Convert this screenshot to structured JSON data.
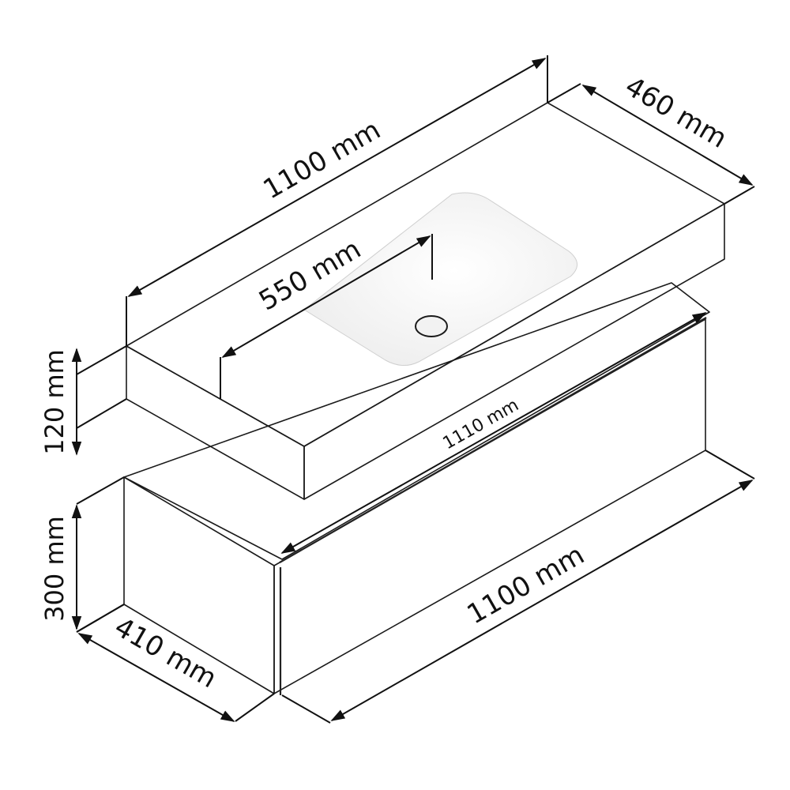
{
  "diagram": {
    "colors": {
      "background": "#ffffff",
      "countertop_top": "#e9e9e9",
      "countertop_front": "#dcdcdc",
      "countertop_side": "#d2d2d2",
      "basin": "#f7f7f7",
      "cabinet_front": "#dedede",
      "cabinet_side": "#d4d4d4",
      "cabinet_top": "#e4e4e4",
      "lines": "#111111"
    },
    "dimensions": {
      "countertop_length": "1100 mm",
      "countertop_depth": "460 mm",
      "basin_width": "550 mm",
      "countertop_height": "120 mm",
      "cabinet_top_length": "1110 mm",
      "cabinet_height": "300 mm",
      "cabinet_depth": "410 mm",
      "cabinet_length": "1100 mm"
    }
  }
}
